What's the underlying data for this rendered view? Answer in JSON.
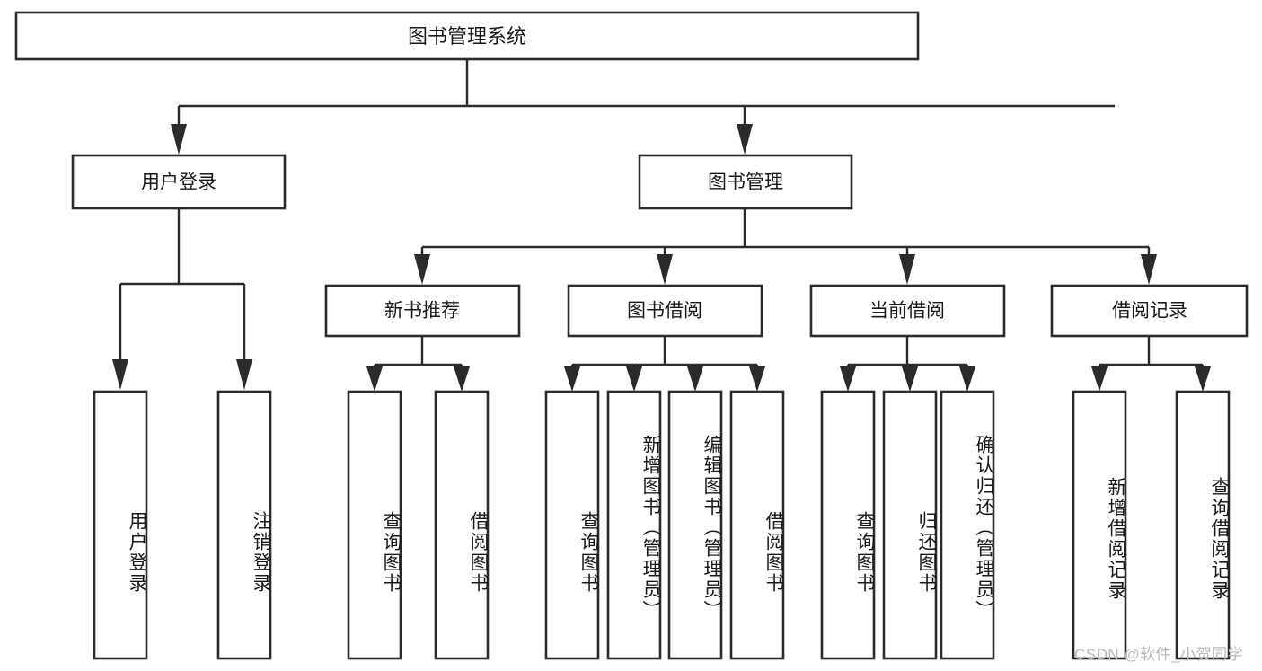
{
  "diagram": {
    "type": "tree-hierarchy-chart",
    "title": "图书管理系统",
    "orientation": "top-down",
    "colors": {
      "box_stroke": "#2b2b2b",
      "box_fill": "#ffffff",
      "edge": "#2b2b2b",
      "text": "#1a1a1a",
      "watermark": "#b9b9b9",
      "background": "#ffffff"
    }
  },
  "root": {
    "label": "图书管理系统"
  },
  "level2": [
    {
      "label": "用户登录"
    },
    {
      "label": "图书管理"
    }
  ],
  "level3": [
    {
      "label": "新书推荐"
    },
    {
      "label": "图书借阅"
    },
    {
      "label": "当前借阅"
    },
    {
      "label": "借阅记录"
    }
  ],
  "leaves": {
    "user_login": [
      {
        "label": "用户登录"
      },
      {
        "label": "注销登录"
      }
    ],
    "new_book_recommend": [
      {
        "label": "查询图书"
      },
      {
        "label": "借阅图书"
      }
    ],
    "book_borrow": [
      {
        "label": "查询图书"
      },
      {
        "label": "新增图书（管理员）"
      },
      {
        "label": "编辑图书（管理员）"
      },
      {
        "label": "借阅图书"
      }
    ],
    "current_borrow": [
      {
        "label": "查询图书"
      },
      {
        "label": "归还图书"
      },
      {
        "label": "确认归还（管理员）"
      }
    ],
    "borrow_record": [
      {
        "label": "新增借阅记录"
      },
      {
        "label": "查询借阅记录"
      }
    ]
  },
  "watermark": {
    "text": "CSDN @软件_小贺同学"
  }
}
